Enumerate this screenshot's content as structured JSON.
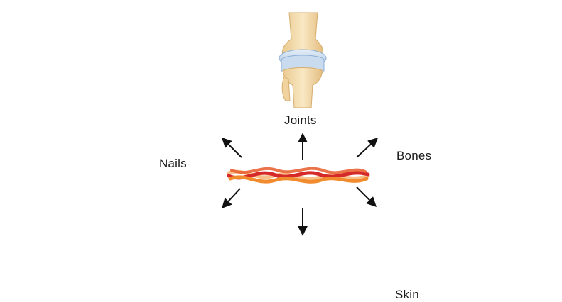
{
  "diagram": {
    "labels": {
      "joints": "Joints",
      "nails": "Nails",
      "bones": "Bones",
      "skin": "Skin"
    },
    "icons": {
      "center": "collagen-fiber-icon",
      "joints": "knee-joint-icon",
      "nails": "hand-icon",
      "bones": "foot-bones-icon",
      "hair": "hair-follicle-icon",
      "cartilage": "cartilage-cube-icon",
      "skin": "skin-layers-icon"
    },
    "colors": {
      "fiber_red": "#d62a2a",
      "fiber_orange": "#f28a2e",
      "fiber_light": "#f7c08a",
      "bone": "#f5dfb0",
      "cartilage_blue": "#c9dcef",
      "skin_pink": "#f3b4a0",
      "arrow": "#111111"
    }
  }
}
